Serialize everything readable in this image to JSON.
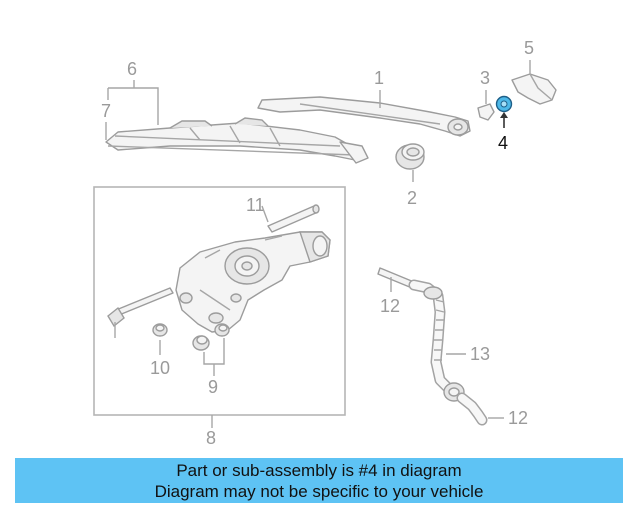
{
  "diagram": {
    "labels": {
      "l1": "1",
      "l2": "2",
      "l3": "3",
      "l4": "4",
      "l5": "5",
      "l6": "6",
      "l7": "7",
      "l8": "8",
      "l9": "9",
      "l10": "10",
      "l11": "11",
      "l12a": "12",
      "l12b": "12",
      "l13": "13"
    },
    "highlighted_part": "4"
  },
  "banner": {
    "line1": "Part or sub-assembly is #4 in diagram",
    "line2": "Diagram may not be specific to your vehicle"
  },
  "colors": {
    "banner_bg": "#5ec3f4",
    "highlight": "#4db8e8"
  }
}
